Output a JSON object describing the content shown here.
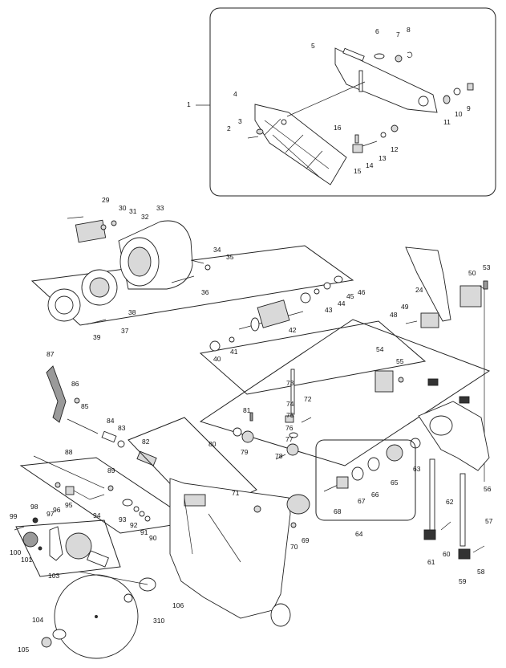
{
  "diagram": {
    "labels": [
      "1",
      "2",
      "3",
      "4",
      "5",
      "6",
      "7",
      "8",
      "9",
      "10",
      "11",
      "12",
      "13",
      "14",
      "15",
      "16",
      "24",
      "29",
      "30",
      "31",
      "32",
      "33",
      "34",
      "35",
      "36",
      "37",
      "38",
      "39",
      "40",
      "41",
      "42",
      "43",
      "44",
      "45",
      "46",
      "48",
      "49",
      "50",
      "53",
      "54",
      "55",
      "56",
      "57",
      "58",
      "59",
      "60",
      "61",
      "62",
      "63",
      "64",
      "65",
      "66",
      "67",
      "68",
      "69",
      "70",
      "71",
      "72",
      "73",
      "74",
      "75",
      "76",
      "77",
      "78",
      "79",
      "80",
      "81",
      "82",
      "83",
      "84",
      "85",
      "86",
      "87",
      "88",
      "89",
      "90",
      "91",
      "92",
      "93",
      "94",
      "95",
      "96",
      "97",
      "98",
      "99",
      "100",
      "101",
      "103",
      "104",
      "105",
      "106",
      "310"
    ]
  }
}
